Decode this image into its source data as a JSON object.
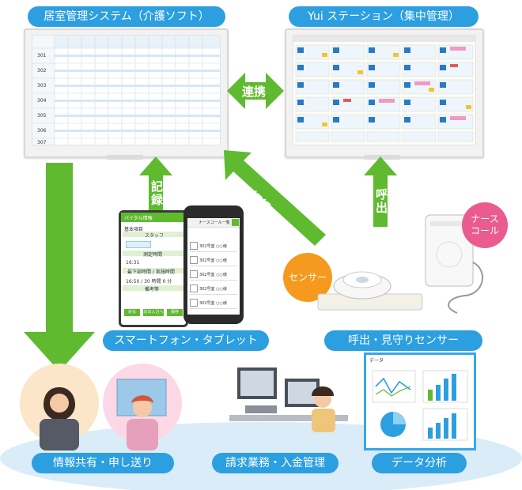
{
  "labels": {
    "care_system": "居室管理システム（介護ソフト）",
    "station": "Yui ステーション（集中管理）",
    "mobile": "スマートフォン・タブレット",
    "sensor_group": "呼出・見守りセンサー",
    "info_share": "情報共有・申し送り",
    "billing": "請求業務・入金管理",
    "data_analysis": "データ分析"
  },
  "arrows": {
    "link": "連携",
    "record_vertical": "記録",
    "record_diagonal": "記録",
    "call": "呼出"
  },
  "badges": {
    "sensor": "センサー",
    "nurse_call": "ナース\nコール"
  },
  "tablet": {
    "title": "バイタル情報",
    "field1": "基本項目",
    "staff": "スタッフ",
    "measure_time": "測定時間",
    "time1": "16:31",
    "field3": "最下部時間 / 実施時間",
    "time2": "16:50 / 30 時間 0 分",
    "field4": "備考等",
    "btn_back": "戻る",
    "btn_next": "次の入力へ",
    "btn_save": "保存"
  },
  "phone": {
    "title": "ナースコール一覧",
    "items": [
      "302号室 ○○様",
      "302号室 ○○様",
      "302号室 ○○様",
      "302号室 ○○様",
      "302号室 ○○様"
    ]
  },
  "grid": {
    "rooms": [
      "301",
      "302",
      "303",
      "304",
      "305",
      "306",
      "307"
    ]
  },
  "analysis_panel_title": "データ"
}
